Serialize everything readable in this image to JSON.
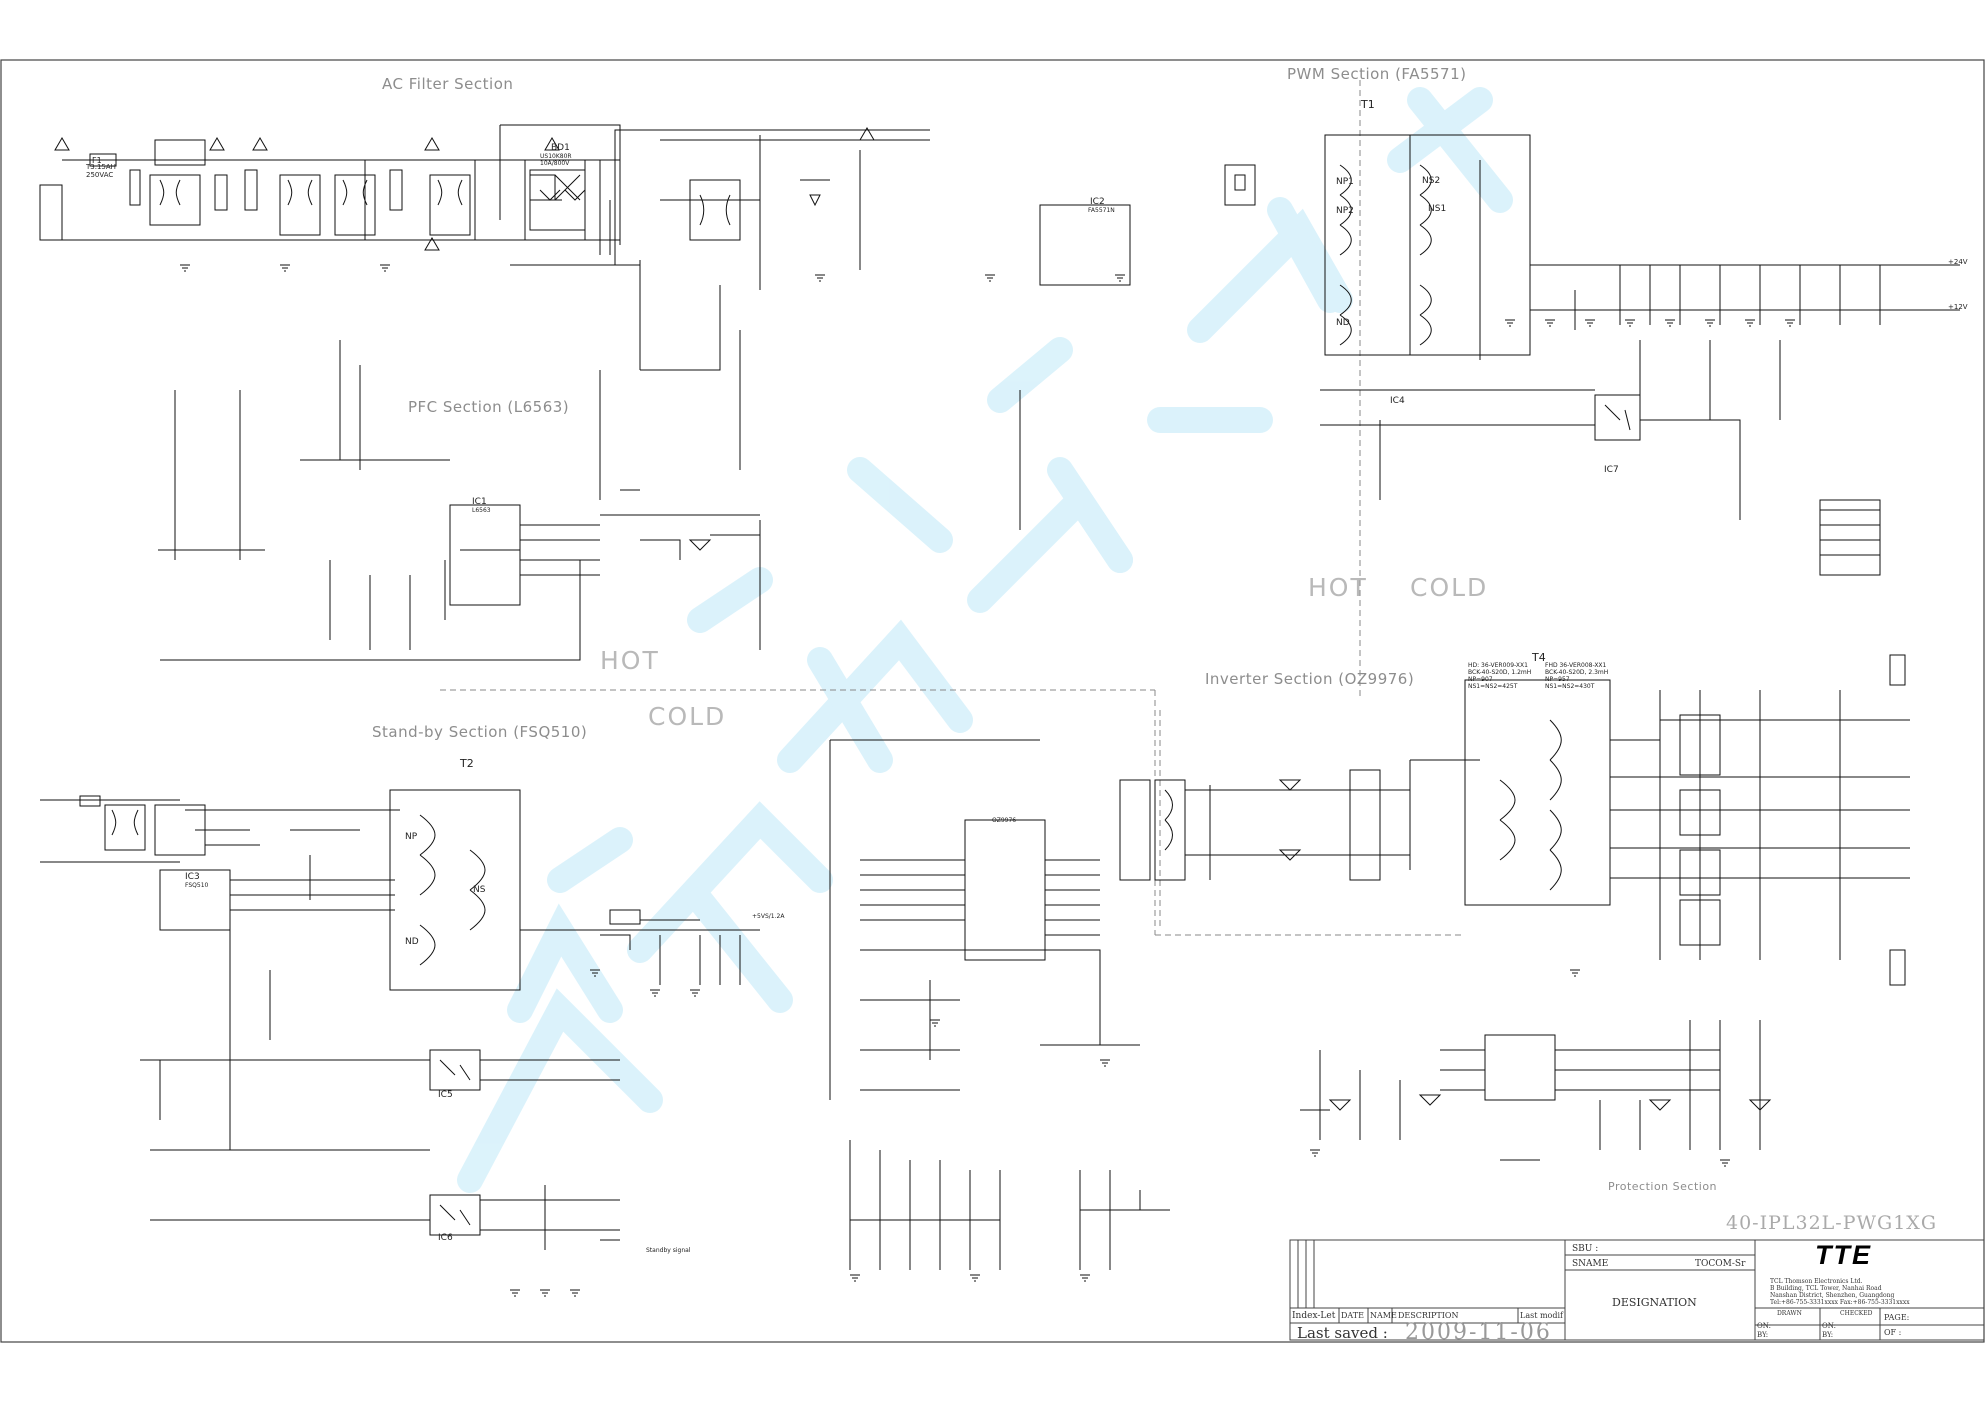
{
  "sections": {
    "ac_filter": "AC Filter Section",
    "pwm": "PWM Section (FA5571)",
    "pfc": "PFC Section (L6563)",
    "standby": "Stand-by Section (FSQ510)",
    "inverter": "Inverter Section (OZ9976)",
    "protection": "Protection Section"
  },
  "zones": {
    "hot_left": "HOT",
    "cold_left": "COLD",
    "hot_right": "HOT",
    "cold_right": "COLD"
  },
  "components": {
    "t1": "T1",
    "t2": "T2",
    "t4": "T4",
    "bd1": "BD1",
    "ic1": "IC1",
    "ic2": "IC2",
    "ic3": "IC3",
    "ic4": "IC4",
    "ic5": "IC5",
    "ic6": "IC6",
    "ic7": "IC7",
    "f1": "F1",
    "fuse_rating": "T3.15AH 250VAC",
    "np1": "NP1",
    "np2": "NP2",
    "nd": "ND",
    "ns1": "NS1",
    "ns2": "NS2",
    "np": "NP",
    "ns": "NS",
    "nd2": "ND",
    "pfc_chip": "L6563",
    "pwm_chip": "FA5571N",
    "inv_chip": "OZ9976",
    "sb_chip": "FSQ510",
    "bd1_rating": "US10K80R 10A/800V",
    "t4_note_left": "HD: 36-VER009-XX1  BCK-40-S20D, 1.2mH  NP=907  NS1=NS2=425T",
    "t4_note_right": "FHD 36-VER008-XX1  BCK-40-S20D, 2.3mH  NP=957  NS1=NS2=430T"
  },
  "outputs": {
    "v24": "+24V",
    "v12": "+12V",
    "v5": "+5VS/1.2A",
    "standby_signal": "Standby signal"
  },
  "title_block": {
    "model": "40-IPL32L-PWG1XG",
    "logo": "TTE",
    "sbu_label": "SBU :",
    "sname_label": "SNAME",
    "sname_value": "TOCOM-Sr",
    "designation": "DESIGNATION",
    "company_lines": [
      "TCL Thomson Electronics Ltd.",
      "B Building, TCL Tower, Nanhai Road",
      "Nanshan District, Shenzhen, Guangdong",
      "Tel:+86-755-3331xxxx  Fax:+86-755-3331xxxx"
    ],
    "drawn": "DRAWN",
    "checked": "CHECKED",
    "page": "PAGE:",
    "of": "OF :",
    "on_label": "ON:",
    "by_label": "BY:",
    "index_header": "Index-Let",
    "date_header": "DATE",
    "name_header": "NAME",
    "description_header": "DESCRIPTION",
    "last_modif_header": "Last modif",
    "last_saved_label": "Last saved :",
    "last_saved_date": "2009-11-06"
  }
}
